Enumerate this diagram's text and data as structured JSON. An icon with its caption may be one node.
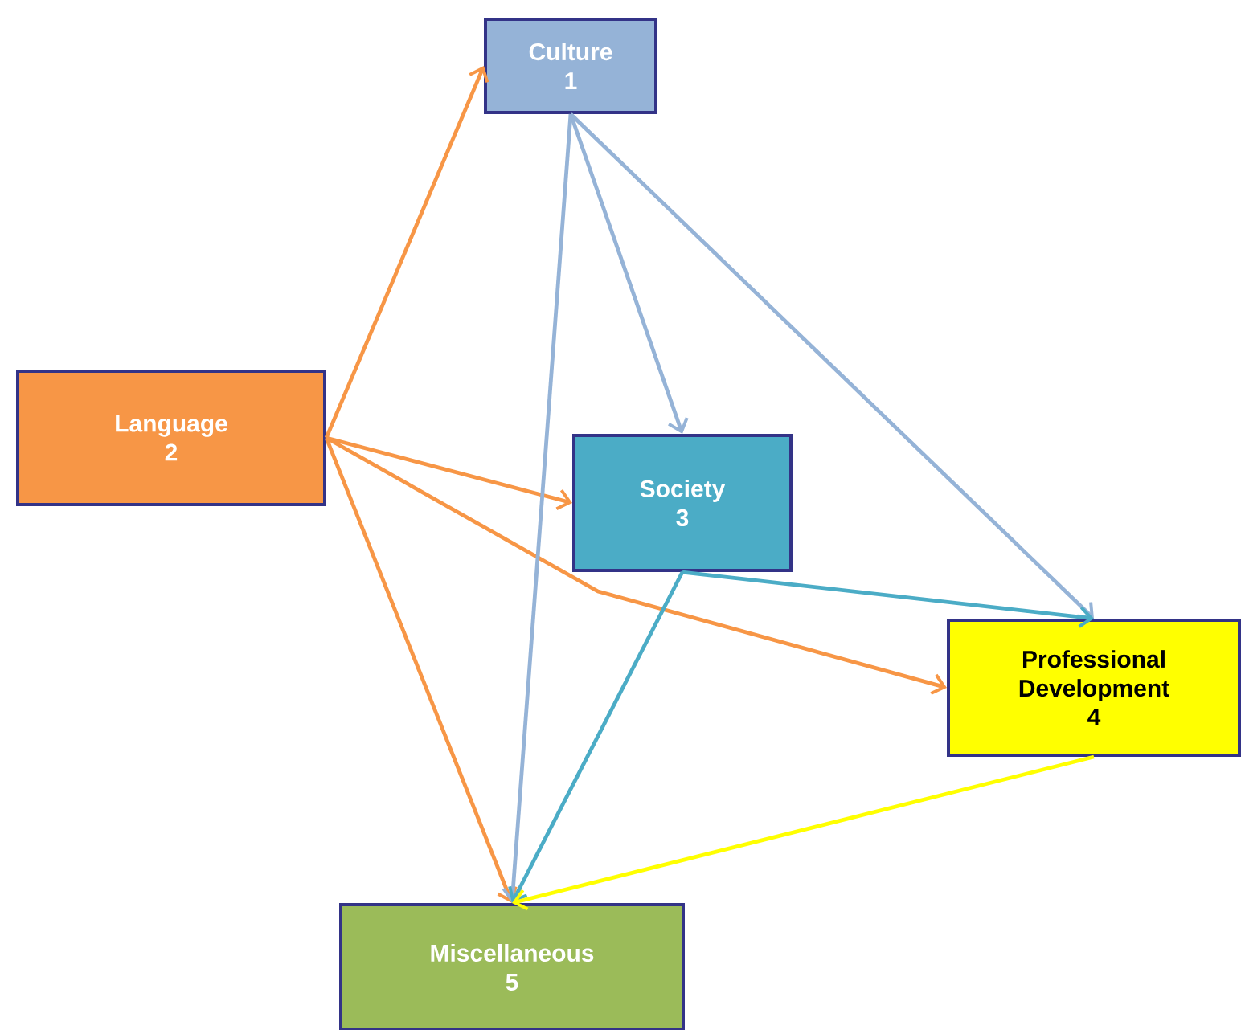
{
  "diagram": {
    "nodes": [
      {
        "text": [
          "Culture",
          "1"
        ]
      },
      {
        "text": [
          "Language",
          "2"
        ]
      },
      {
        "text": [
          "Society",
          "3"
        ]
      },
      {
        "text": [
          "Professional Development",
          "4"
        ]
      },
      {
        "text": [
          "Miscellaneous",
          "5"
        ]
      }
    ],
    "edges": [
      {
        "from": 1,
        "to": 0,
        "arrow": "to",
        "color": "#f79646"
      },
      {
        "from": 1,
        "to": 2,
        "arrow": "to",
        "color": "#f79646"
      },
      {
        "from": 1,
        "to": 3,
        "arrow": "to",
        "color": "#f79646"
      },
      {
        "from": 1,
        "to": 4,
        "arrow": "to",
        "color": "#f79646"
      },
      {
        "from": 0,
        "to": 2,
        "arrow": "to",
        "color": "#95b3d7"
      },
      {
        "from": 0,
        "to": 3,
        "arrow": "to",
        "color": "#95b3d7"
      },
      {
        "from": 0,
        "to": 4,
        "arrow": "to",
        "color": "#95b3d7"
      },
      {
        "from": 2,
        "to": 3,
        "arrow": "to",
        "color": "#4bacc6"
      },
      {
        "from": 2,
        "to": 4,
        "arrow": "to",
        "color": "#4bacc6"
      },
      {
        "from": 3,
        "to": 4,
        "arrow": "to",
        "color": "#ffff00"
      }
    ]
  }
}
